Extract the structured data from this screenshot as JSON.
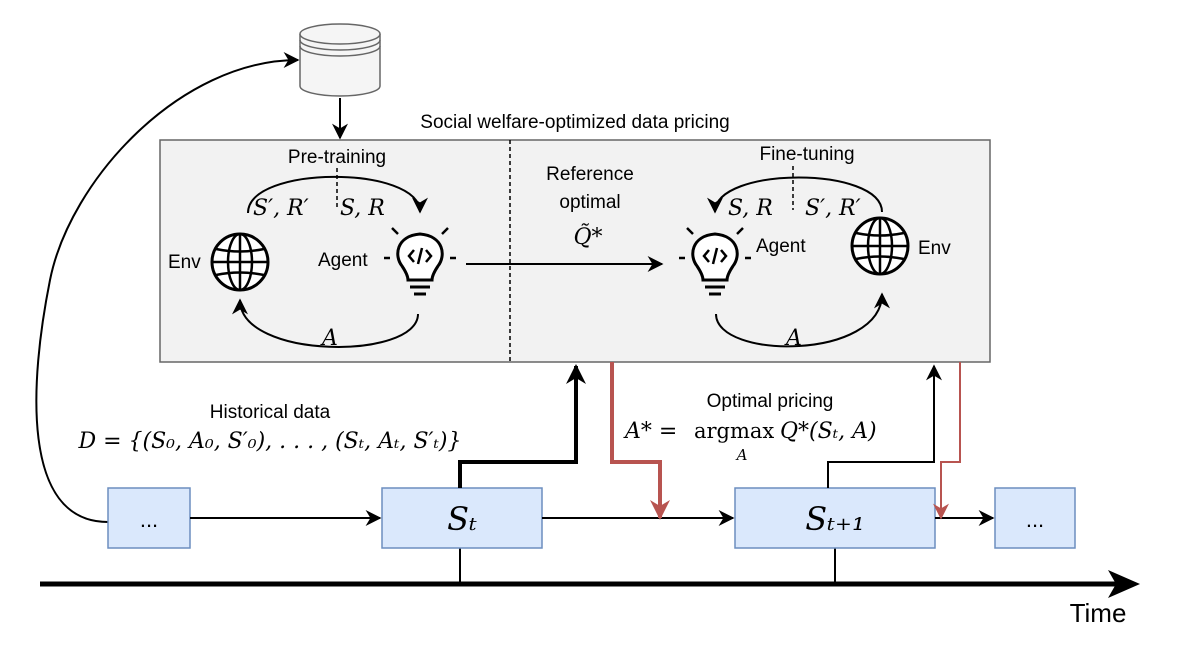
{
  "title": "Social welfare-optimized data pricing",
  "pretraining": {
    "label": "Pre-training",
    "left_loop_label": "S′, R′",
    "right_loop_label": "S, R",
    "action_label": "A",
    "env_label": "Env",
    "agent_label": "Agent"
  },
  "reference": {
    "line1": "Reference",
    "line2": "optimal",
    "symbol": "Q̃*"
  },
  "finetuning": {
    "label": "Fine-tuning",
    "left_loop_label": "S, R",
    "right_loop_label": "S′, R′",
    "action_label": "A",
    "env_label": "Env",
    "agent_label": "Agent"
  },
  "historical": {
    "label": "Historical data",
    "formula": "D = {(S₀, A₀, S′₀), . . . , (Sₜ, Aₜ, S′ₜ)}"
  },
  "optimal_pricing": {
    "label": "Optimal pricing",
    "formula_lhs": "A* = ",
    "formula_op": "argmax",
    "formula_sub": "A",
    "formula_rhs": " Q*(Sₜ, A)"
  },
  "states": {
    "prev": "...",
    "current": "Sₜ",
    "next": "Sₜ₊₁",
    "after": "..."
  },
  "time_label": "Time",
  "colors": {
    "panel_fill": "#f2f2f2",
    "state_fill": "#dae8fc",
    "state_stroke": "#6c8ebf",
    "accent_red": "#b85450",
    "line": "#000000"
  },
  "icons": {
    "database": "database-icon",
    "globe": "globe-icon",
    "agent": "lightbulb-code-icon"
  }
}
